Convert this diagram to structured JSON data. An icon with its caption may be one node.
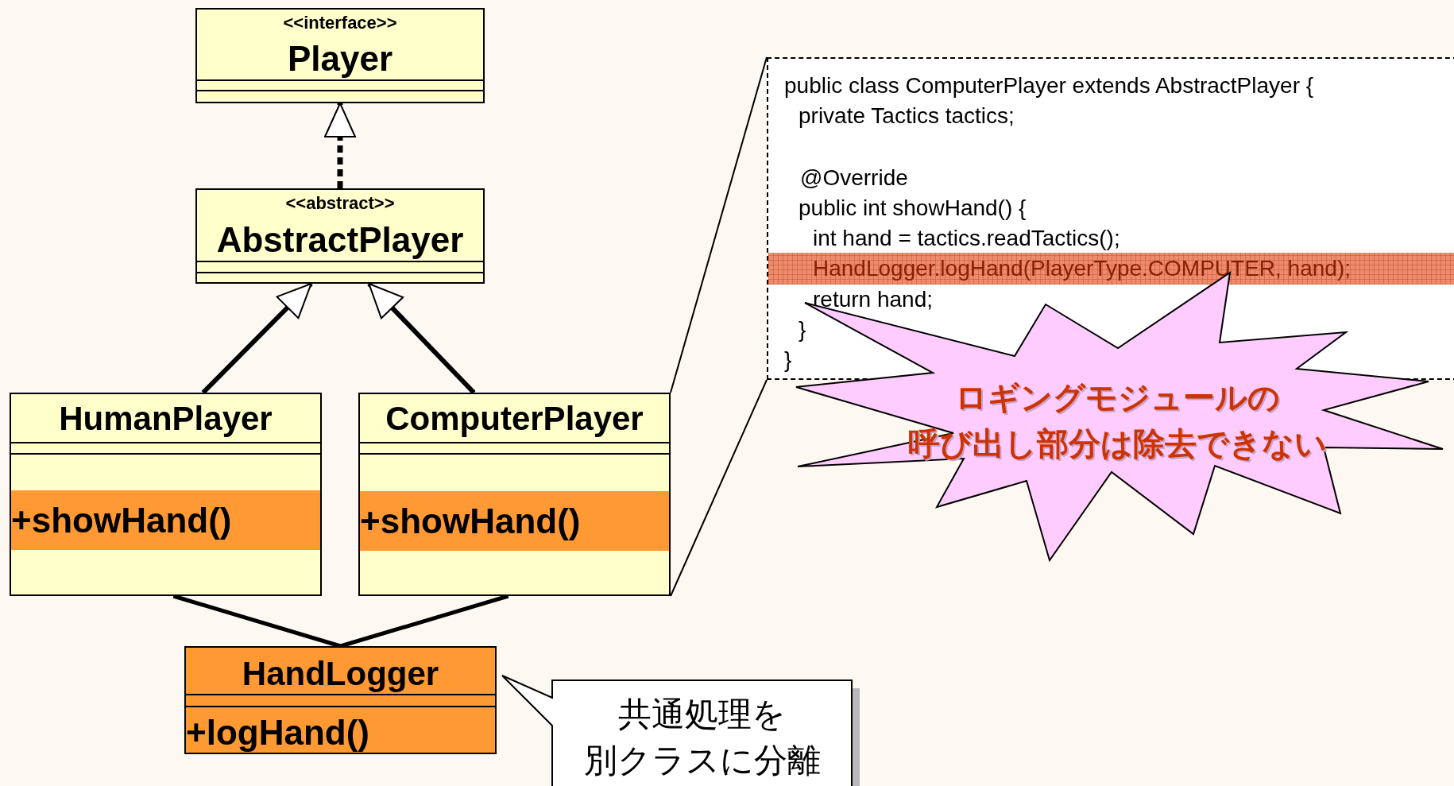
{
  "diagram": {
    "nodes": [
      {
        "text": [
          "<<interface>>",
          "Player"
        ]
      },
      {
        "text": [
          "<<abstract>>",
          "AbstractPlayer"
        ]
      },
      {
        "text": [
          "HumanPlayer",
          "+showHand()"
        ]
      },
      {
        "text": [
          "ComputerPlayer",
          "+showHand()"
        ]
      },
      {
        "text": [
          "HandLogger",
          "+logHand()"
        ]
      },
      {
        "text": [
          "public class ComputerPlayer extends AbstractPlayer {",
          "private Tactics tactics;",
          "@Override",
          "public int showHand() {",
          "int hand = tactics.readTactics();",
          "HandLogger.logHand(PlayerType.COMPUTER, hand);",
          "return hand;",
          "}",
          "}"
        ]
      },
      {
        "text": [
          "ロギングモジュールの呼び出し部分は除去できない"
        ]
      },
      {
        "text": [
          "共通処理を別クラスに分離"
        ]
      }
    ],
    "edges": [
      {
        "from": 1,
        "to": 0,
        "arrow": "to",
        "style": "dashed"
      },
      {
        "from": 2,
        "to": 1,
        "arrow": "to"
      },
      {
        "from": 3,
        "to": 1,
        "arrow": "to"
      },
      {
        "from": 2,
        "to": 4,
        "arrow": "none"
      },
      {
        "from": 3,
        "to": 4,
        "arrow": "none"
      },
      {
        "from": 3,
        "to": 5,
        "arrow": "none"
      },
      {
        "from": 3,
        "to": 5,
        "arrow": "none"
      }
    ]
  }
}
